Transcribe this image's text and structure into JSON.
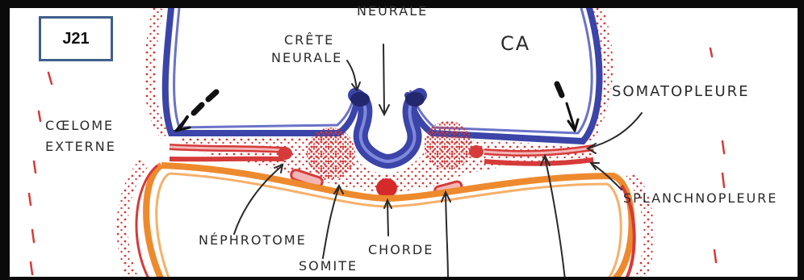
{
  "figure": {
    "badge": "J21",
    "labels": {
      "neurale_top": "NEURALE",
      "crete": "CRÊTE",
      "neurale": "NEURALE",
      "ca": "CA",
      "coelome": "CŒLOME",
      "externe": "EXTERNE",
      "somatopleure": "SOMATOPLEURE",
      "splanchnopleure": "SPLANCHNOPLEURE",
      "nephrotome": "NÉPHROTOME",
      "chorde": "CHORDE",
      "somite": "SOMITE"
    },
    "colors": {
      "ectoderm_blue": "#3b44a8",
      "mesoderm_red": "#d63a3a",
      "endoderm_orange": "#ee8a2e",
      "pink_fill": "#f2b6b6",
      "ink": "#2a2a2a"
    }
  }
}
